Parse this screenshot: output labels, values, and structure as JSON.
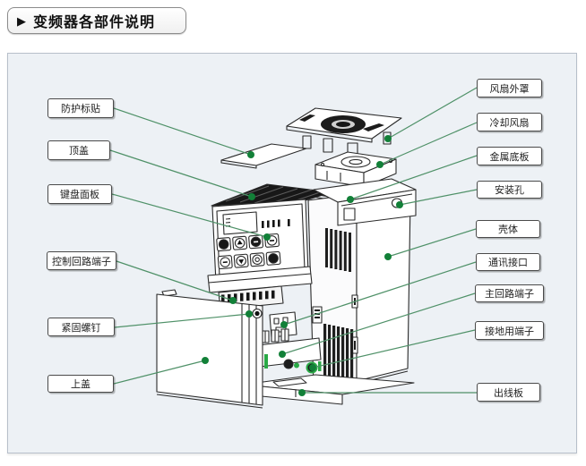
{
  "header": {
    "title": "变频器各部件说明",
    "icon": "play-triangle-icon"
  },
  "diagram": {
    "description": "inverter exploded parts view",
    "left_labels": [
      {
        "label": "防护标贴"
      },
      {
        "label": "顶盖"
      },
      {
        "label": "键盘面板"
      },
      {
        "label": "控制回路端子"
      },
      {
        "label": "紧固螺钉"
      },
      {
        "label": "上盖"
      }
    ],
    "right_labels": [
      {
        "label": "风扇外罩"
      },
      {
        "label": "冷却风扇"
      },
      {
        "label": "金属底板"
      },
      {
        "label": "安装孔"
      },
      {
        "label": "壳体"
      },
      {
        "label": "通讯接口"
      },
      {
        "label": "主回路端子"
      },
      {
        "label": "接地用端子"
      },
      {
        "label": "出线板"
      }
    ],
    "colors": {
      "panel_bg": "#edf1f5",
      "leader_line": "#4f9168",
      "marker_dot": "#128038",
      "green_screw": "#2aa946",
      "line_art": "#2a2a2a"
    }
  }
}
